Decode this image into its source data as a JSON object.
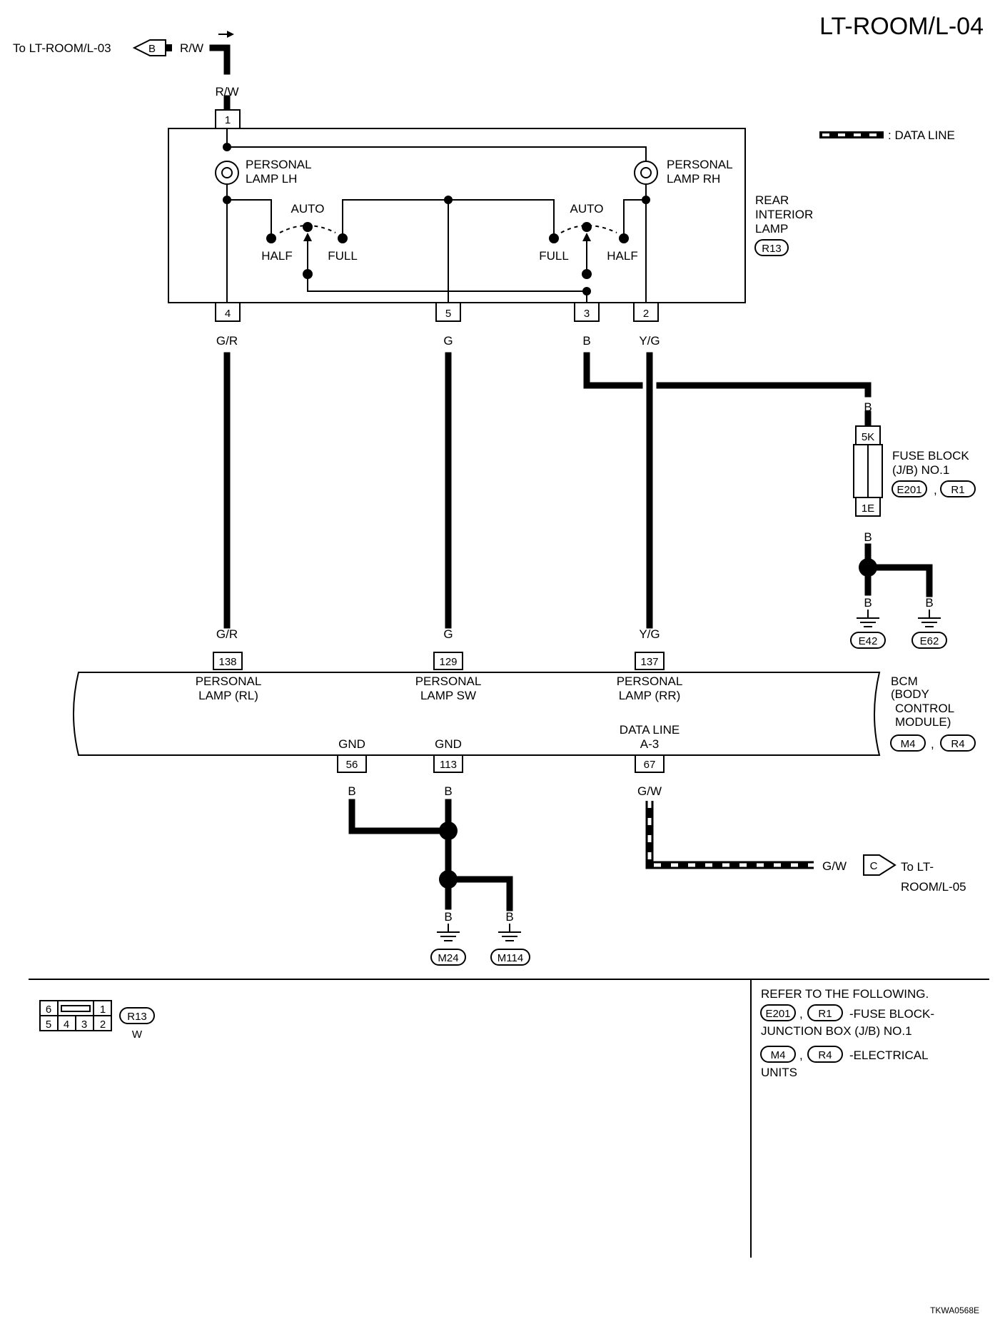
{
  "page": {
    "title": "LT-ROOM/L-04",
    "footer_code": "TKWA0568E"
  },
  "connectors_offpage": {
    "top_left_label": "To LT-ROOM/L-03",
    "top_left_letter": "B",
    "top_left_wire": "R/W",
    "bottom_right_label_1": "To LT-",
    "bottom_right_label_2": "ROOM/L-05",
    "bottom_right_letter": "C",
    "bottom_right_wire": "G/W"
  },
  "legend": {
    "data_line": ": DATA LINE"
  },
  "rear_lamp": {
    "pin_top": "1",
    "lamp_lh_1": "PERSONAL",
    "lamp_lh_2": "LAMP LH",
    "lamp_rh_1": "PERSONAL",
    "lamp_rh_2": "LAMP RH",
    "auto": "AUTO",
    "half": "HALF",
    "full": "FULL",
    "name_1": "REAR",
    "name_2": "INTERIOR",
    "name_3": "LAMP",
    "connector": "R13",
    "pins_bottom": [
      "4",
      "5",
      "3",
      "2"
    ]
  },
  "wires": {
    "rw": "R/W",
    "gr": "G/R",
    "g": "G",
    "b": "B",
    "yg": "Y/G",
    "gw": "G/W"
  },
  "fuse_block": {
    "pin_top": "5K",
    "pin_bottom": "1E",
    "name_1": "FUSE BLOCK",
    "name_2": "(J/B) NO.1",
    "conn_1": "E201",
    "conn_2": "R1",
    "grounds": [
      "E42",
      "E62"
    ]
  },
  "bcm": {
    "pins_top": [
      "138",
      "129",
      "137"
    ],
    "label_rl_1": "PERSONAL",
    "label_rl_2": "LAMP (RL)",
    "label_sw_1": "PERSONAL",
    "label_sw_2": "LAMP SW",
    "label_rr_1": "PERSONAL",
    "label_rr_2": "LAMP (RR)",
    "gnd": "GND",
    "data_line_1": "DATA LINE",
    "data_line_2": "A-3",
    "pins_bottom": [
      "56",
      "113",
      "67"
    ],
    "name_1": "BCM",
    "name_2": "(BODY",
    "name_3": "CONTROL",
    "name_4": "MODULE)",
    "conn_1": "M4",
    "conn_2": "R4",
    "grounds": [
      "M24",
      "M114"
    ]
  },
  "bottom_panel": {
    "face_top": [
      "6",
      "1"
    ],
    "face_bottom": [
      "5",
      "4",
      "3",
      "2"
    ],
    "connector": "R13",
    "color": "W",
    "refer_title": "REFER TO THE FOLLOWING.",
    "ref1_conn_1": "E201",
    "ref1_conn_2": "R1",
    "ref1_text_1": "-FUSE BLOCK-",
    "ref1_text_2": "JUNCTION BOX (J/B) NO.1",
    "ref2_conn_1": "M4",
    "ref2_conn_2": "R4",
    "ref2_text_1": "-ELECTRICAL",
    "ref2_text_2": "UNITS"
  }
}
